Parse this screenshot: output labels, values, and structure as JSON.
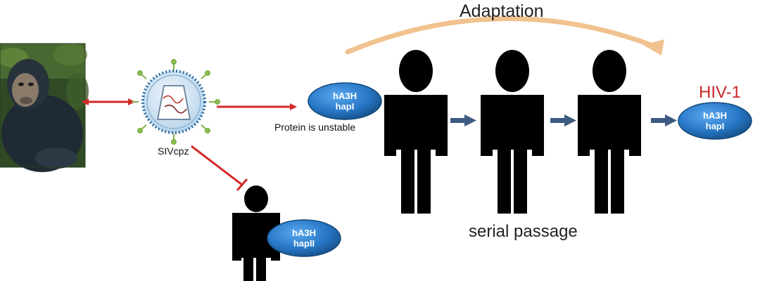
{
  "title": "Adaptation",
  "serial_label": "serial passage",
  "virus_label": "SIVcpz",
  "unstable_label": "Protein is unstable",
  "hiv_label": "HIV-1",
  "ovals": {
    "main": {
      "line1": "hA3H",
      "line2": "hapI"
    },
    "hiv": {
      "line1": "hA3H",
      "line2": "hapI"
    },
    "bottom": {
      "line1": "hA3H",
      "line2": "hapII"
    }
  },
  "colors": {
    "red_arrow": "#d42a2a",
    "blue_arrow": "#3d5a80",
    "oval": "#2878c8",
    "oval_edge": "#15497a",
    "adaptation_arc": "#f1c28f",
    "hiv_text": "#c8282a",
    "silhouette": "#000000"
  },
  "icons": [
    "chimpanzee-photo",
    "virus-icon",
    "person-silhouette-icon"
  ]
}
